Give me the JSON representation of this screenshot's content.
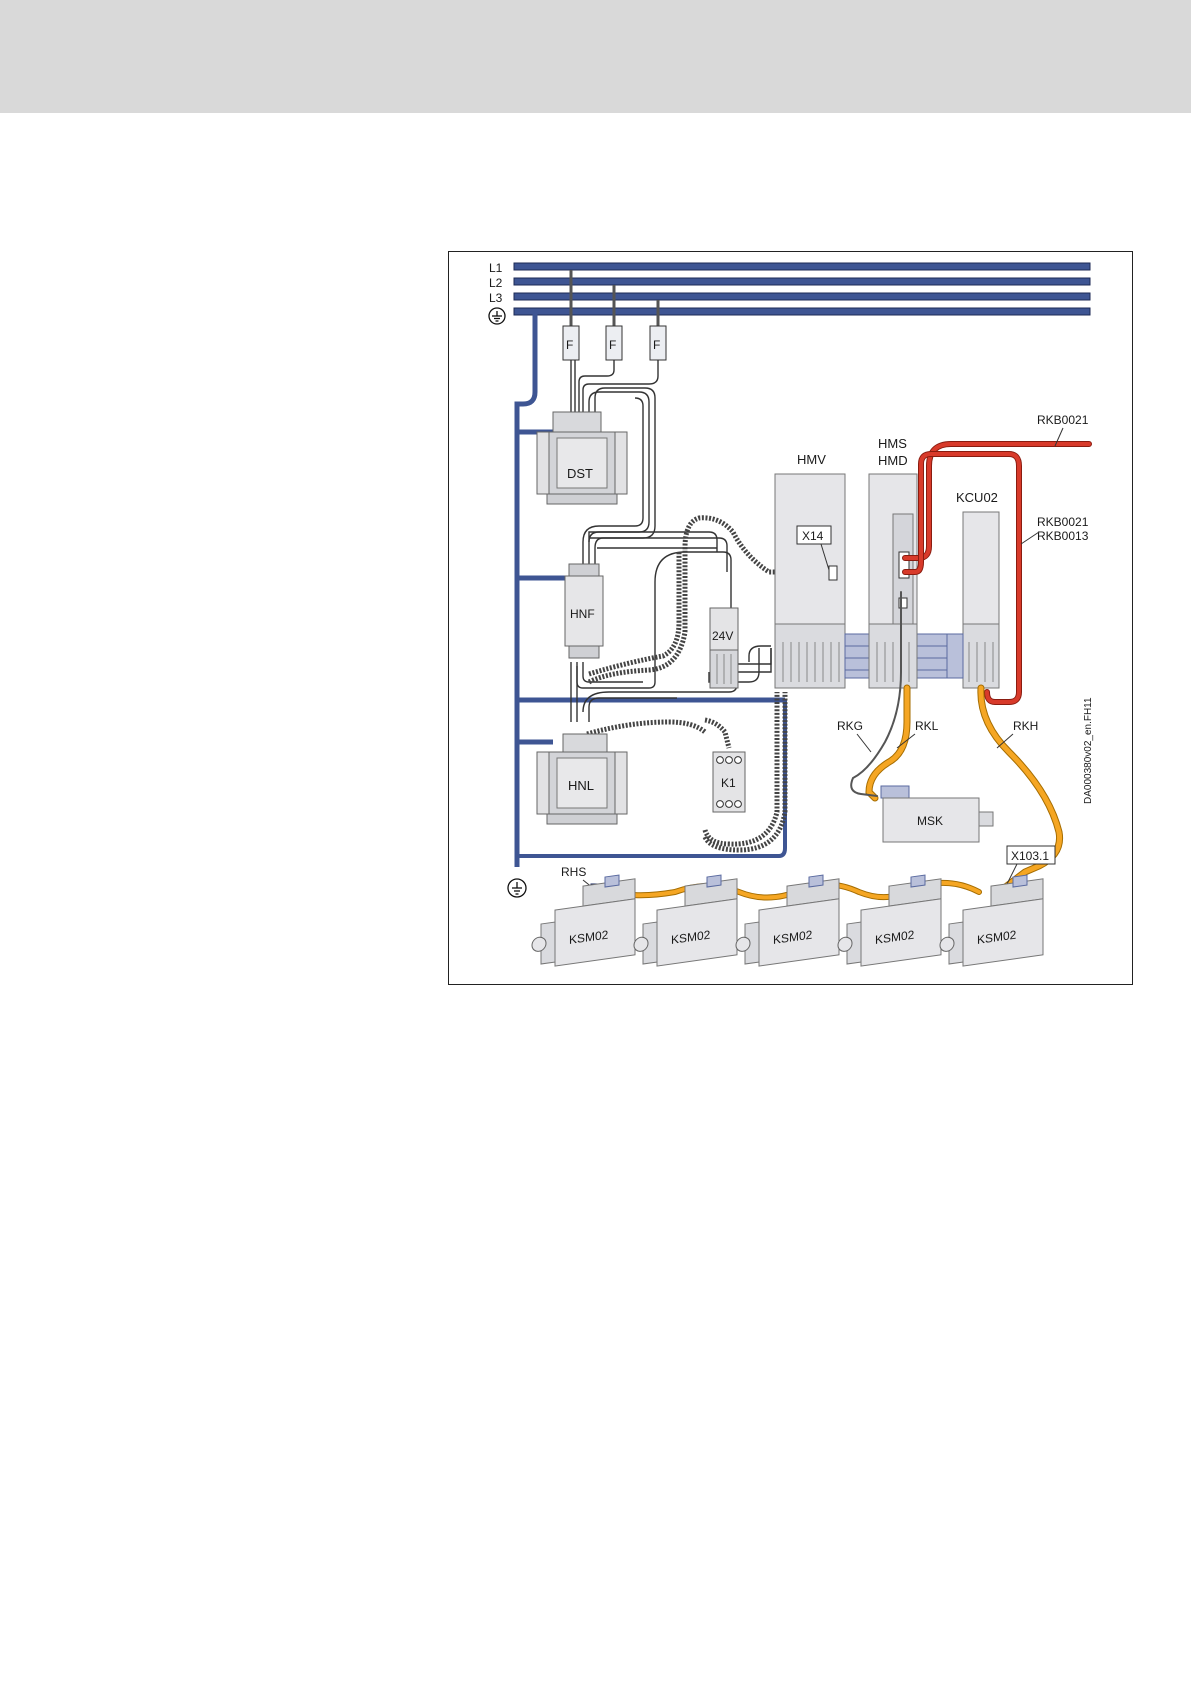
{
  "figure": {
    "bus_labels": {
      "l1": "L1",
      "l2": "L2",
      "l3": "L3"
    },
    "fuse_label": "F",
    "components": {
      "dst": "DST",
      "hnf": "HNF",
      "hnl": "HNL",
      "psu": "24V",
      "contactor": "K1",
      "hmv": "HMV",
      "hms": "HMS",
      "hmd": "HMD",
      "kcu": "KCU02",
      "msk": "MSK",
      "x14": "X14",
      "x103": "X103.1",
      "ksm": "KSM02"
    },
    "cables": {
      "rkb_top": "RKB0021",
      "rkb_side_1": "RKB0021",
      "rkb_side_2": "RKB0013",
      "rkg": "RKG",
      "rkl": "RKL",
      "rkh": "RKH",
      "rhs": "RHS"
    },
    "doc_id": "DA000380v02_en.FH11",
    "colors": {
      "bus_blue": "#3e5593",
      "cable_orange": "#f5a623",
      "cable_red": "#d83a2a",
      "device_grey": "#e2e2e4",
      "rhs_blue": "#24379a"
    }
  }
}
